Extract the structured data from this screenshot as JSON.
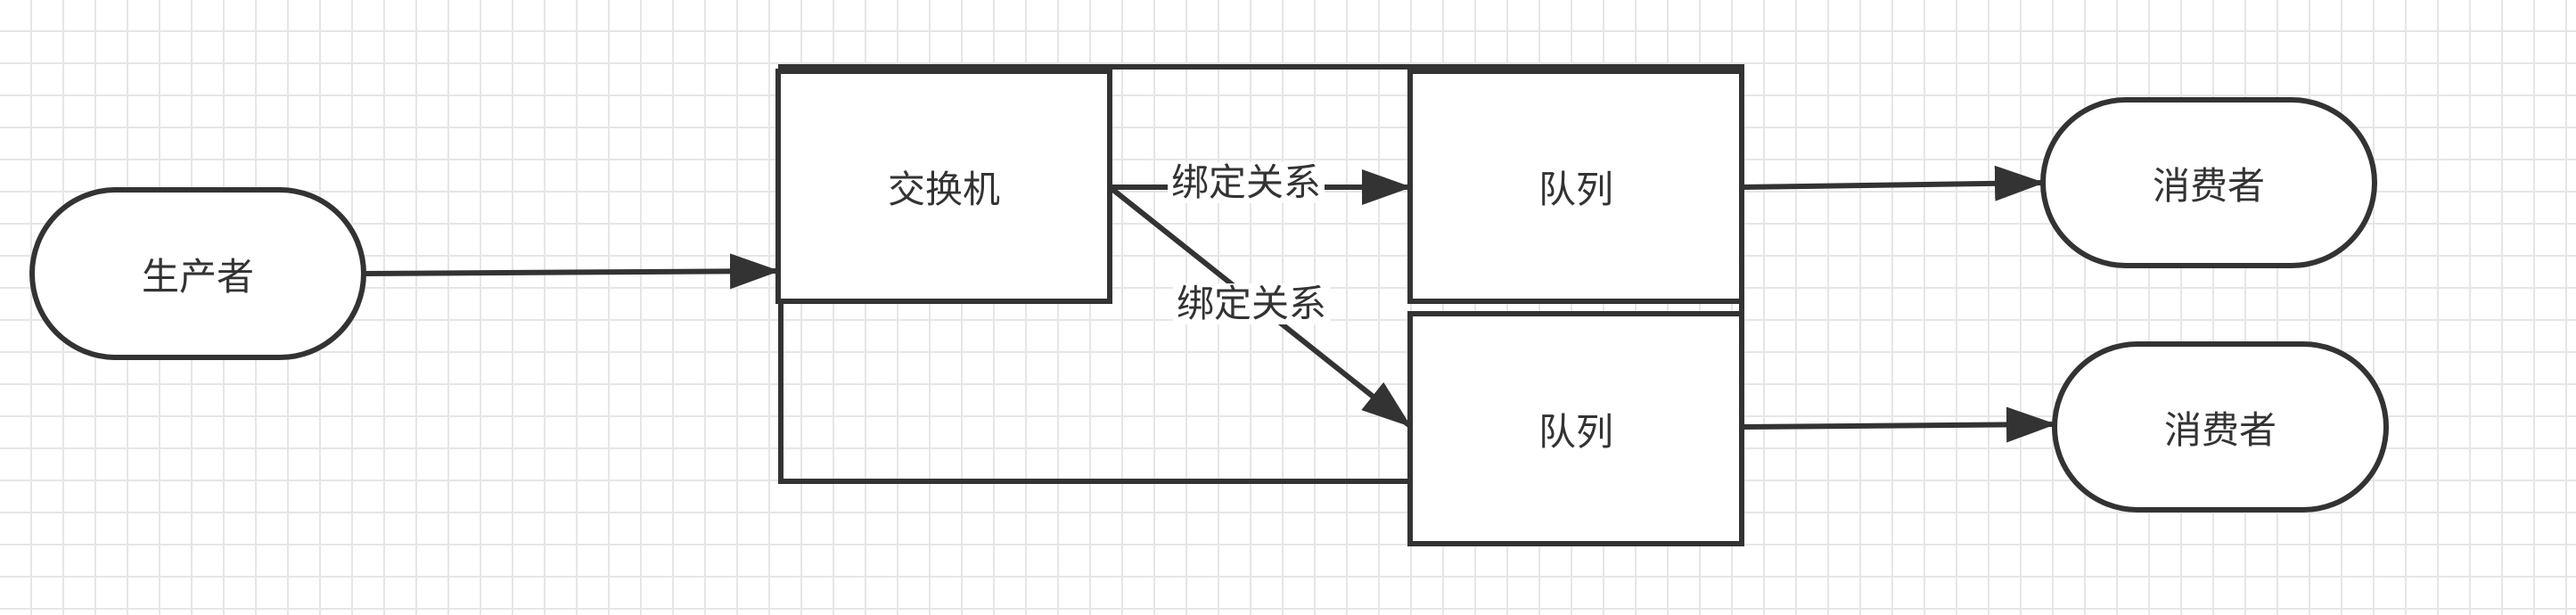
{
  "nodes": {
    "producer": {
      "label": "生产者"
    },
    "exchange": {
      "label": "交换机"
    },
    "queue1": {
      "label": "队列"
    },
    "queue2": {
      "label": "队列"
    },
    "consumer1": {
      "label": "消费者"
    },
    "consumer2": {
      "label": "消费者"
    }
  },
  "edges": {
    "binding1": {
      "label": "绑定关系"
    },
    "binding2": {
      "label": "绑定关系"
    }
  },
  "colors": {
    "stroke": "#333333",
    "grid": "#e6e6e6",
    "background": "#ffffff"
  }
}
